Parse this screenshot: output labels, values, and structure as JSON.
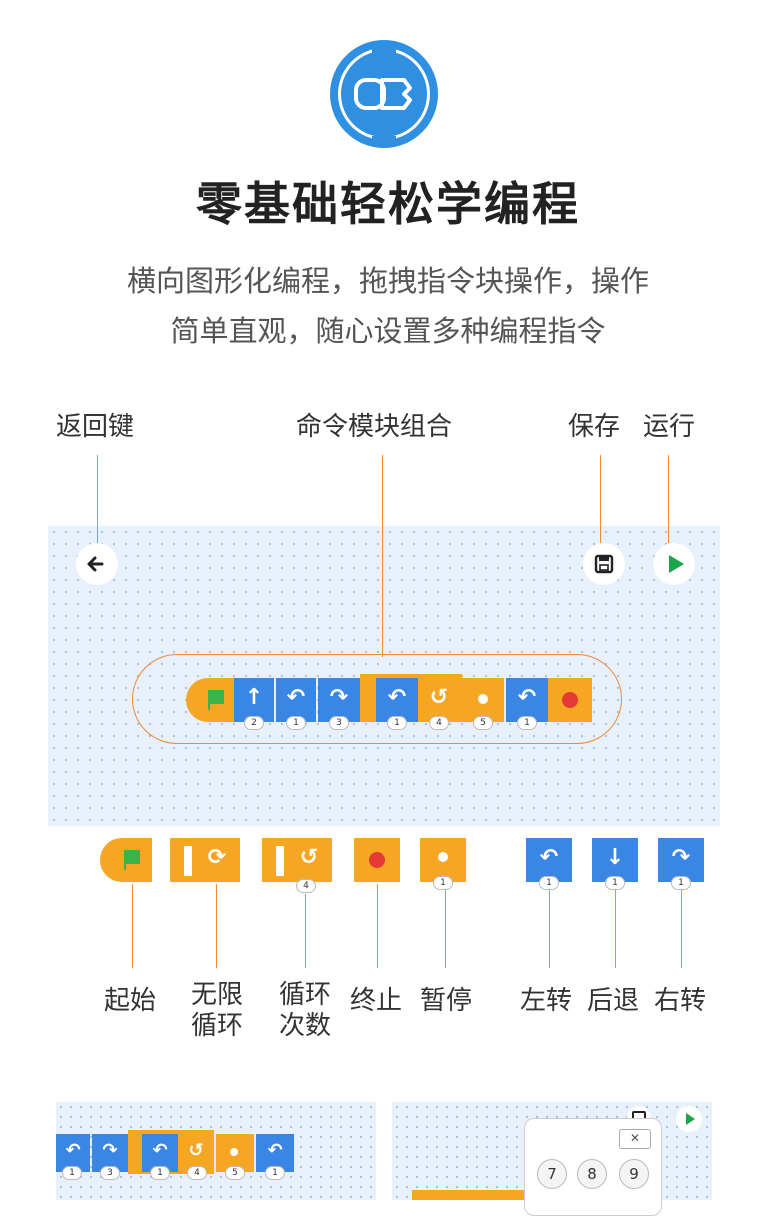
{
  "header": {
    "title": "零基础轻松学编程",
    "description_line1": "横向图形化编程，拖拽指令块操作，操作",
    "description_line2": "简单直观，随心设置多种编程指令"
  },
  "callouts": {
    "back": "返回键",
    "command_combo": "命令模块组合",
    "save": "保存",
    "run": "运行"
  },
  "sequence_numbers": [
    "2",
    "1",
    "3",
    "1",
    "4",
    "5",
    "1"
  ],
  "palette": {
    "start": "起始",
    "infinite_loop_l1": "无限",
    "infinite_loop_l2": "循环",
    "loop_count_l1": "循环",
    "loop_count_l2": "次数",
    "stop": "终止",
    "pause": "暂停",
    "turn_left": "左转",
    "backward": "后退",
    "turn_right": "右转",
    "loop_count_value": "4",
    "pause_value": "1",
    "left_value": "1",
    "back_value": "1",
    "right_value": "1"
  },
  "mini_sequence_numbers": [
    "1",
    "3",
    "1",
    "4",
    "5",
    "1"
  ],
  "keypad": {
    "close": "✕",
    "keys": [
      "7",
      "8",
      "9"
    ]
  },
  "colors": {
    "block_blue": "#3a86e4",
    "block_orange": "#f5a623",
    "accent_line": "#ee8a3a",
    "canvas_bg": "#e7f0fb"
  },
  "icons": [
    "logo-icon",
    "back-arrow-icon",
    "save-icon",
    "play-icon",
    "flag-icon",
    "arrow-up-icon",
    "turn-left-icon",
    "turn-right-icon",
    "loop-icon",
    "timer-icon",
    "stop-icon",
    "arrow-down-icon"
  ]
}
